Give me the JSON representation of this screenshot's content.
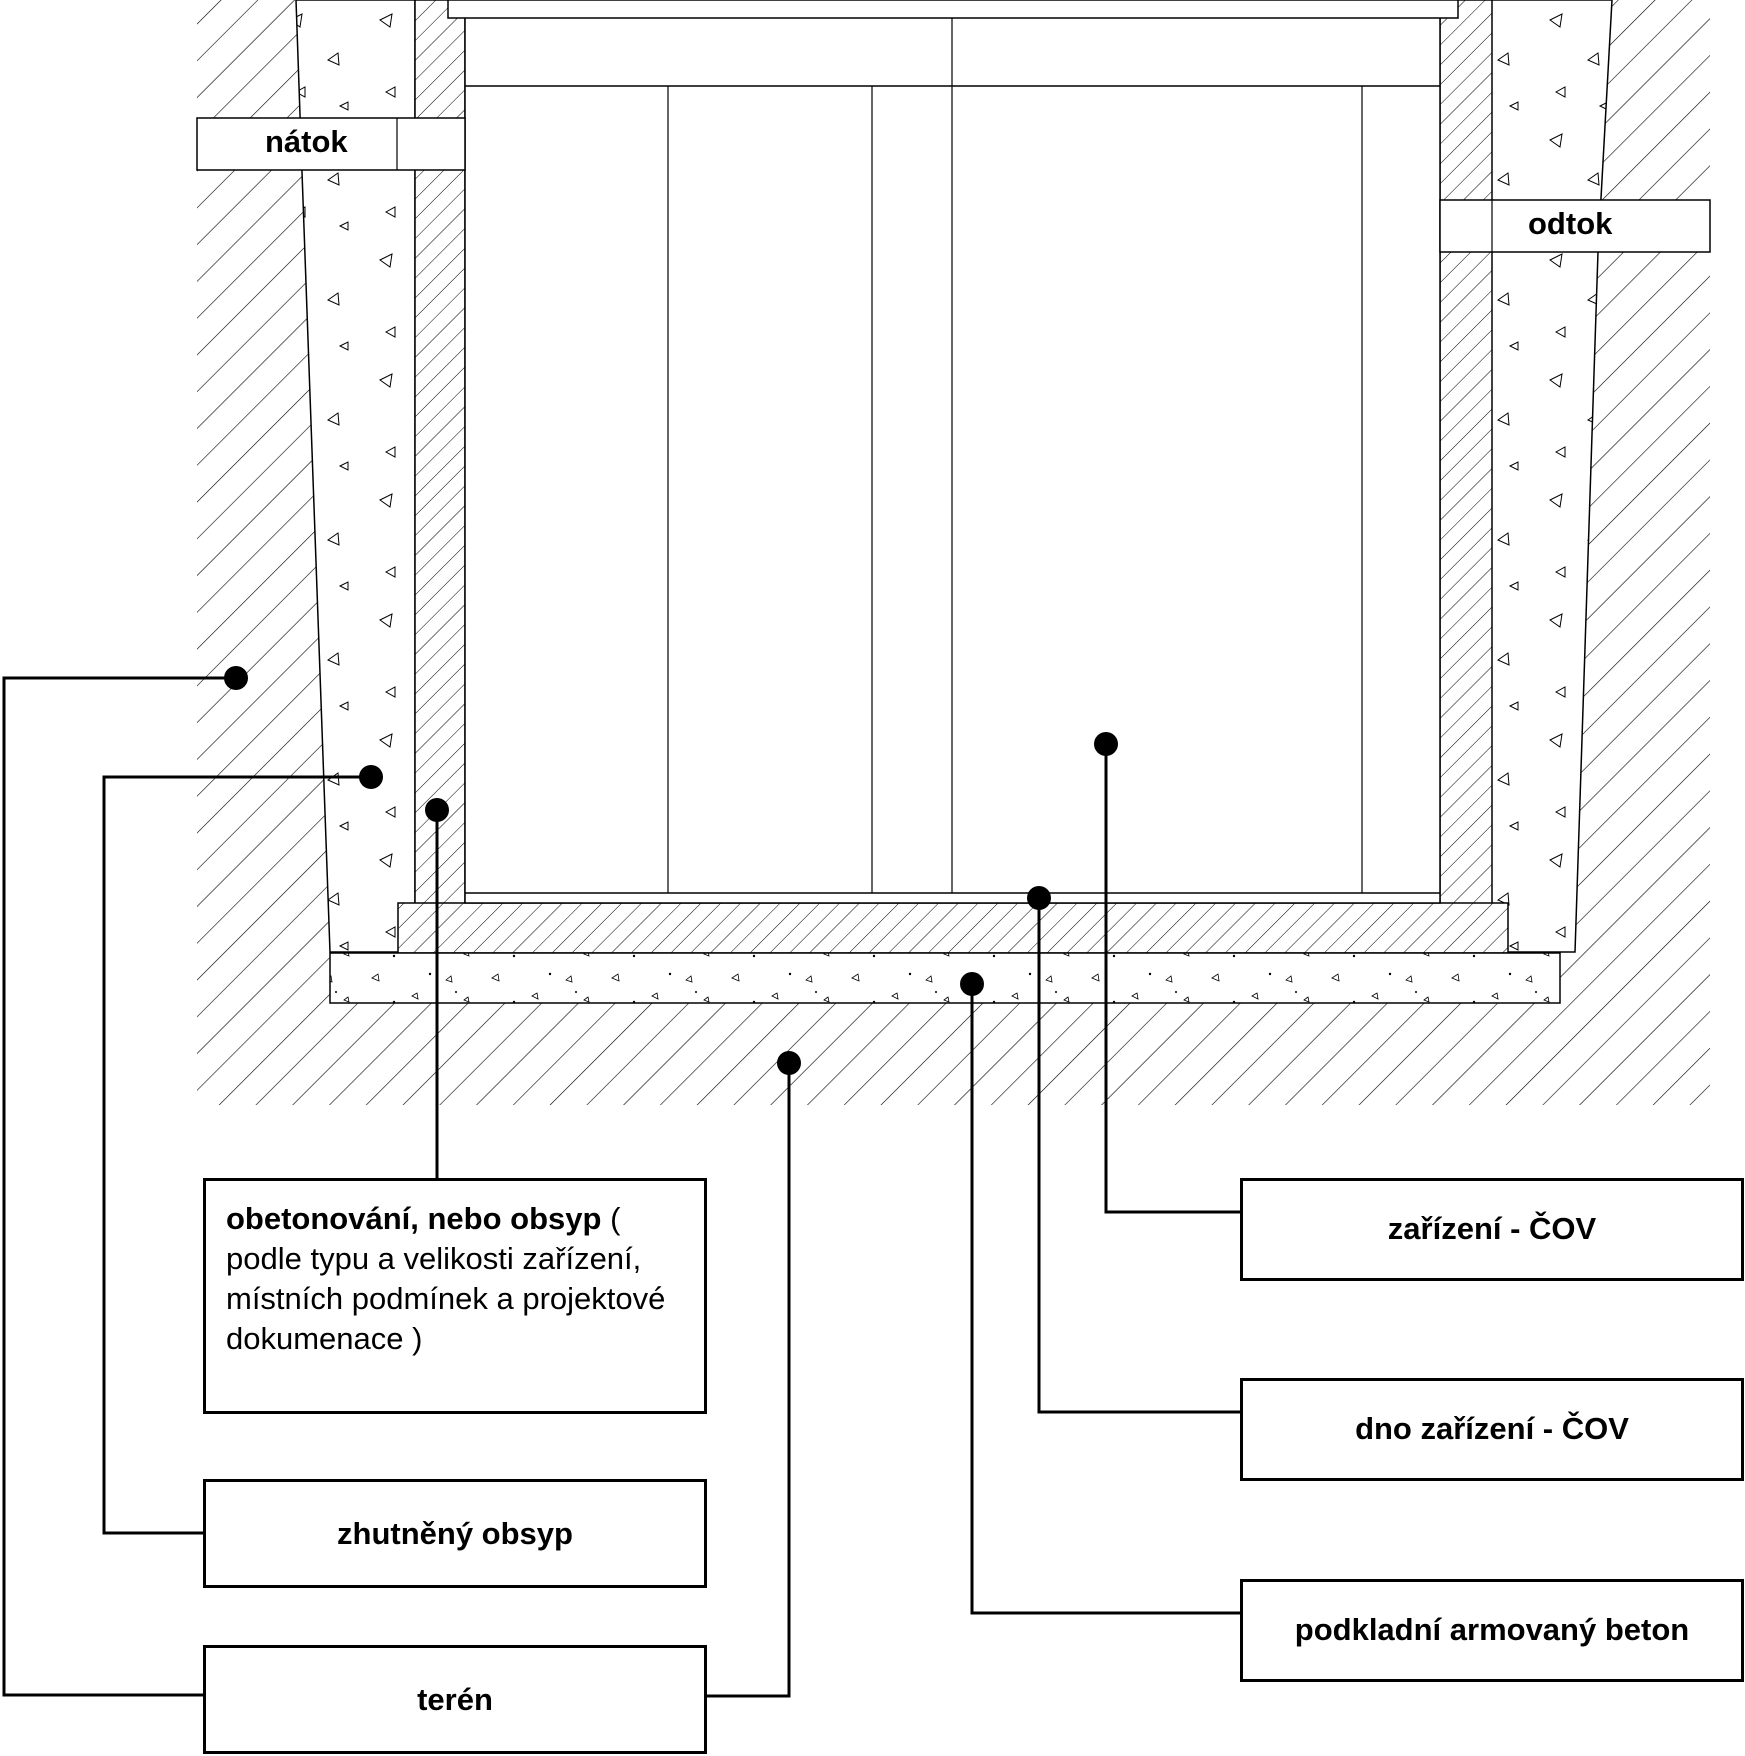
{
  "labels": {
    "inflow": "nátok",
    "outflow": "odtok",
    "concrete_bold": "obetonování, nebo obsyp",
    "concrete_rest": " ( podle typu a velikosti zařízení, místních podmínek a projektové dokumenace )",
    "compacted_fill": "zhutněný obsyp",
    "terrain": "terén",
    "device": "zařízení - ČOV",
    "device_bottom": "dno zařízení - ČOV",
    "base_concrete": "podkladní armovaný beton"
  },
  "colors": {
    "line": "#000000",
    "hatch": "#000000",
    "background": "#ffffff"
  }
}
